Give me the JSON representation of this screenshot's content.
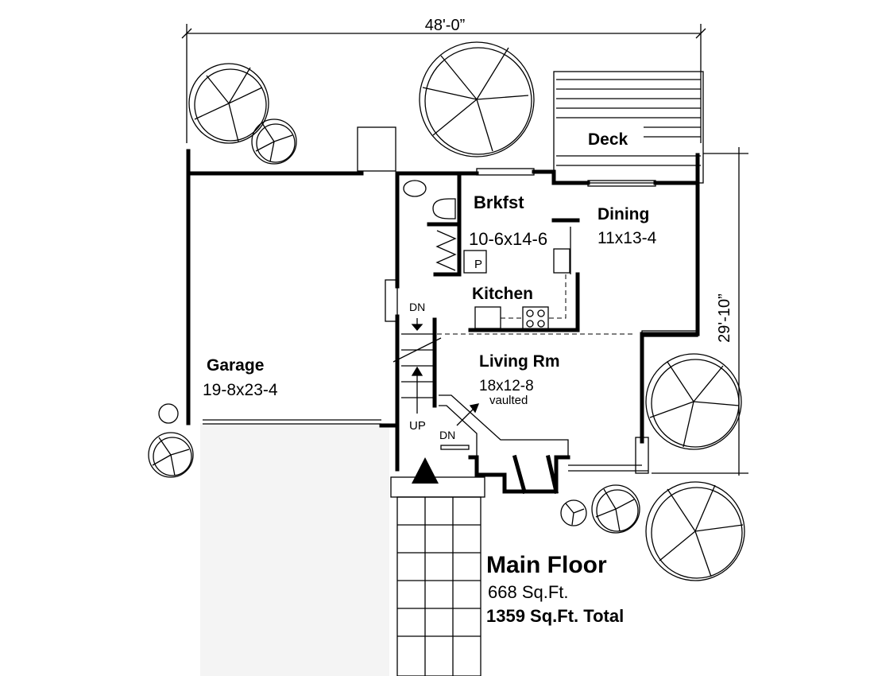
{
  "dimensions": {
    "width": "48'-0”",
    "depth": "29'-10”"
  },
  "rooms": {
    "deck": {
      "name": "Deck"
    },
    "breakfast": {
      "name": "Brkfst",
      "size": "10-6x14-6"
    },
    "dining": {
      "name": "Dining",
      "size": "11x13-4"
    },
    "kitchen": {
      "name": "Kitchen"
    },
    "pantry": {
      "name": "P"
    },
    "garage": {
      "name": "Garage",
      "size": "19-8x23-4"
    },
    "living": {
      "name": "Living Rm",
      "size": "18x12-8",
      "note": "vaulted"
    }
  },
  "stairs": {
    "down_top": "DN",
    "up": "UP",
    "down_entry": "DN"
  },
  "title": {
    "heading": "Main Floor",
    "area": "668 Sq.Ft.",
    "total": "1359 Sq.Ft. Total"
  }
}
